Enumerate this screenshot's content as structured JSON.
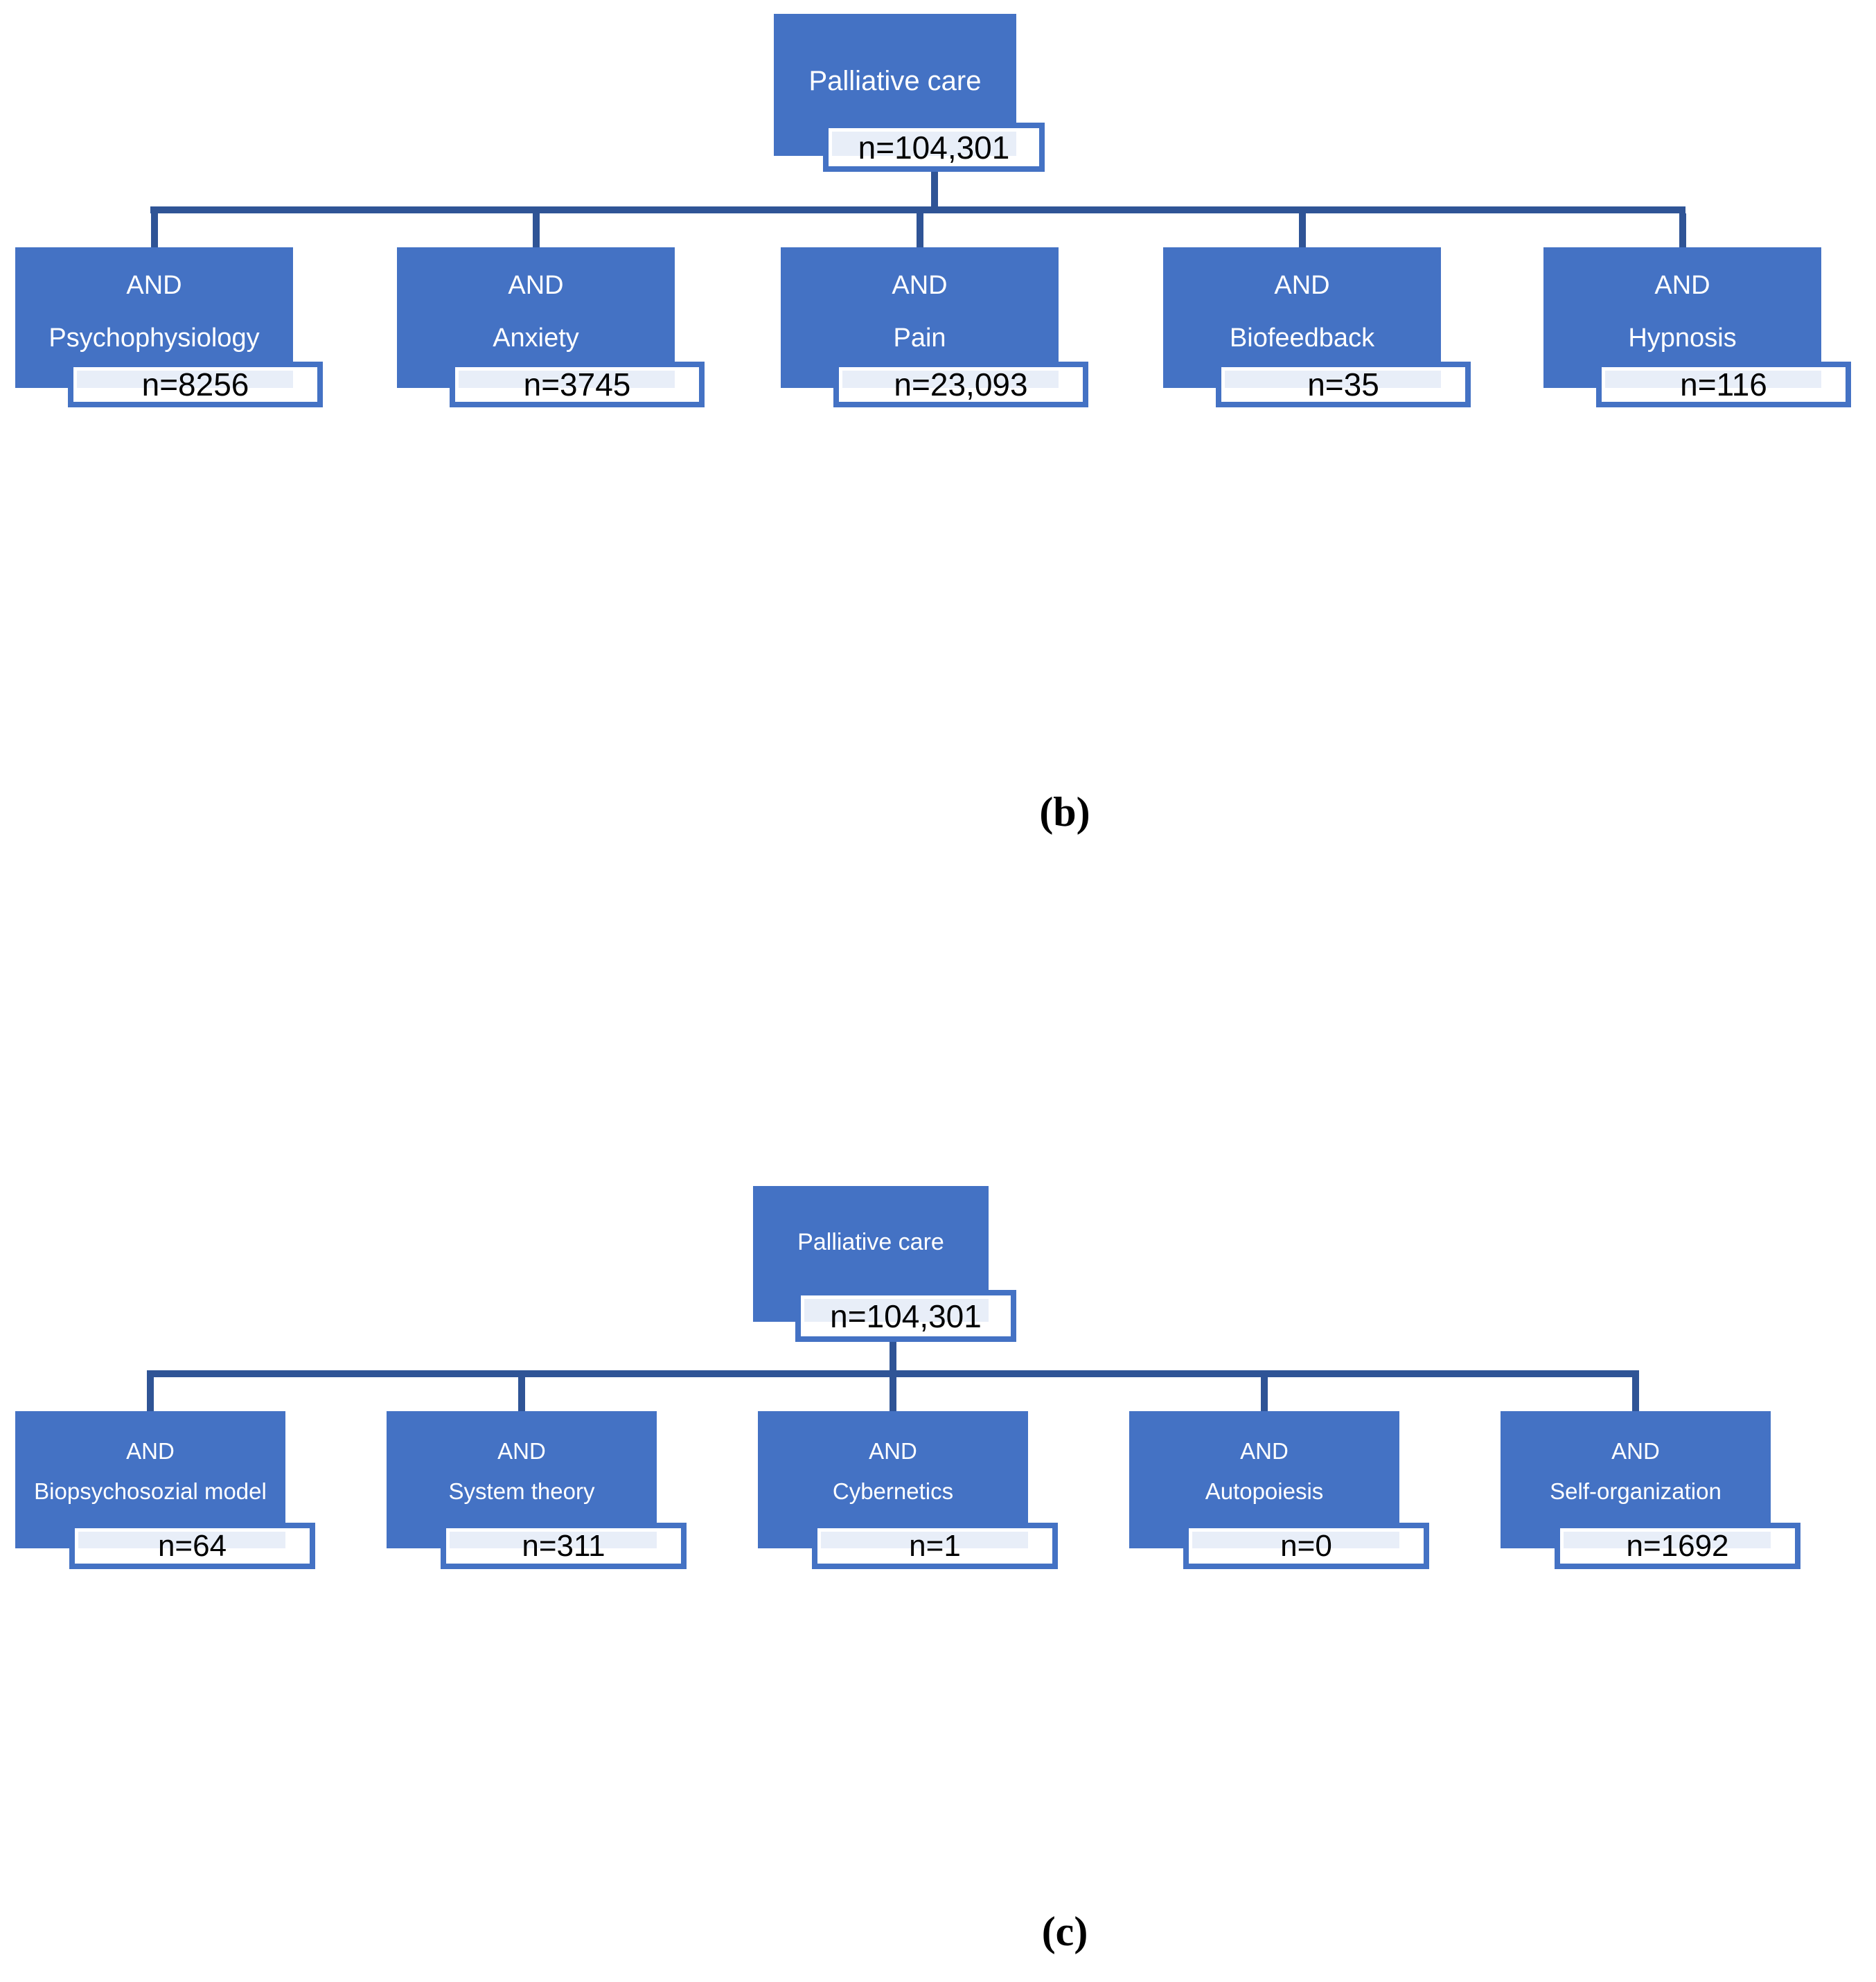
{
  "figure": {
    "description": "Literature search flowcharts",
    "palette": {
      "box_fill": "#4472C4",
      "connector": "#2F5496",
      "node_text": "#FFFFFF",
      "count_text": "#000000"
    },
    "diagrams": [
      {
        "caption": "(b)",
        "root": {
          "label": "Palliative care",
          "count": "n=104,301"
        },
        "children": [
          {
            "op": "AND",
            "term": "Psychophysiology",
            "count": "n=8256"
          },
          {
            "op": "AND",
            "term": "Anxiety",
            "count": "n=3745"
          },
          {
            "op": "AND",
            "term": "Pain",
            "count": "n=23,093"
          },
          {
            "op": "AND",
            "term": "Biofeedback",
            "count": "n=35"
          },
          {
            "op": "AND",
            "term": "Hypnosis",
            "count": "n=116"
          }
        ]
      },
      {
        "caption": "(c)",
        "root": {
          "label": "Palliative care",
          "count": "n=104,301"
        },
        "children": [
          {
            "op": "AND",
            "term": "Biopsychosozial model",
            "count": "n=64"
          },
          {
            "op": "AND",
            "term": "System theory",
            "count": "n=311"
          },
          {
            "op": "AND",
            "term": "Cybernetics",
            "count": "n=1"
          },
          {
            "op": "AND",
            "term": "Autopoiesis",
            "count": "n=0"
          },
          {
            "op": "AND",
            "term": "Self-organization",
            "count": "n=1692"
          }
        ]
      }
    ]
  }
}
